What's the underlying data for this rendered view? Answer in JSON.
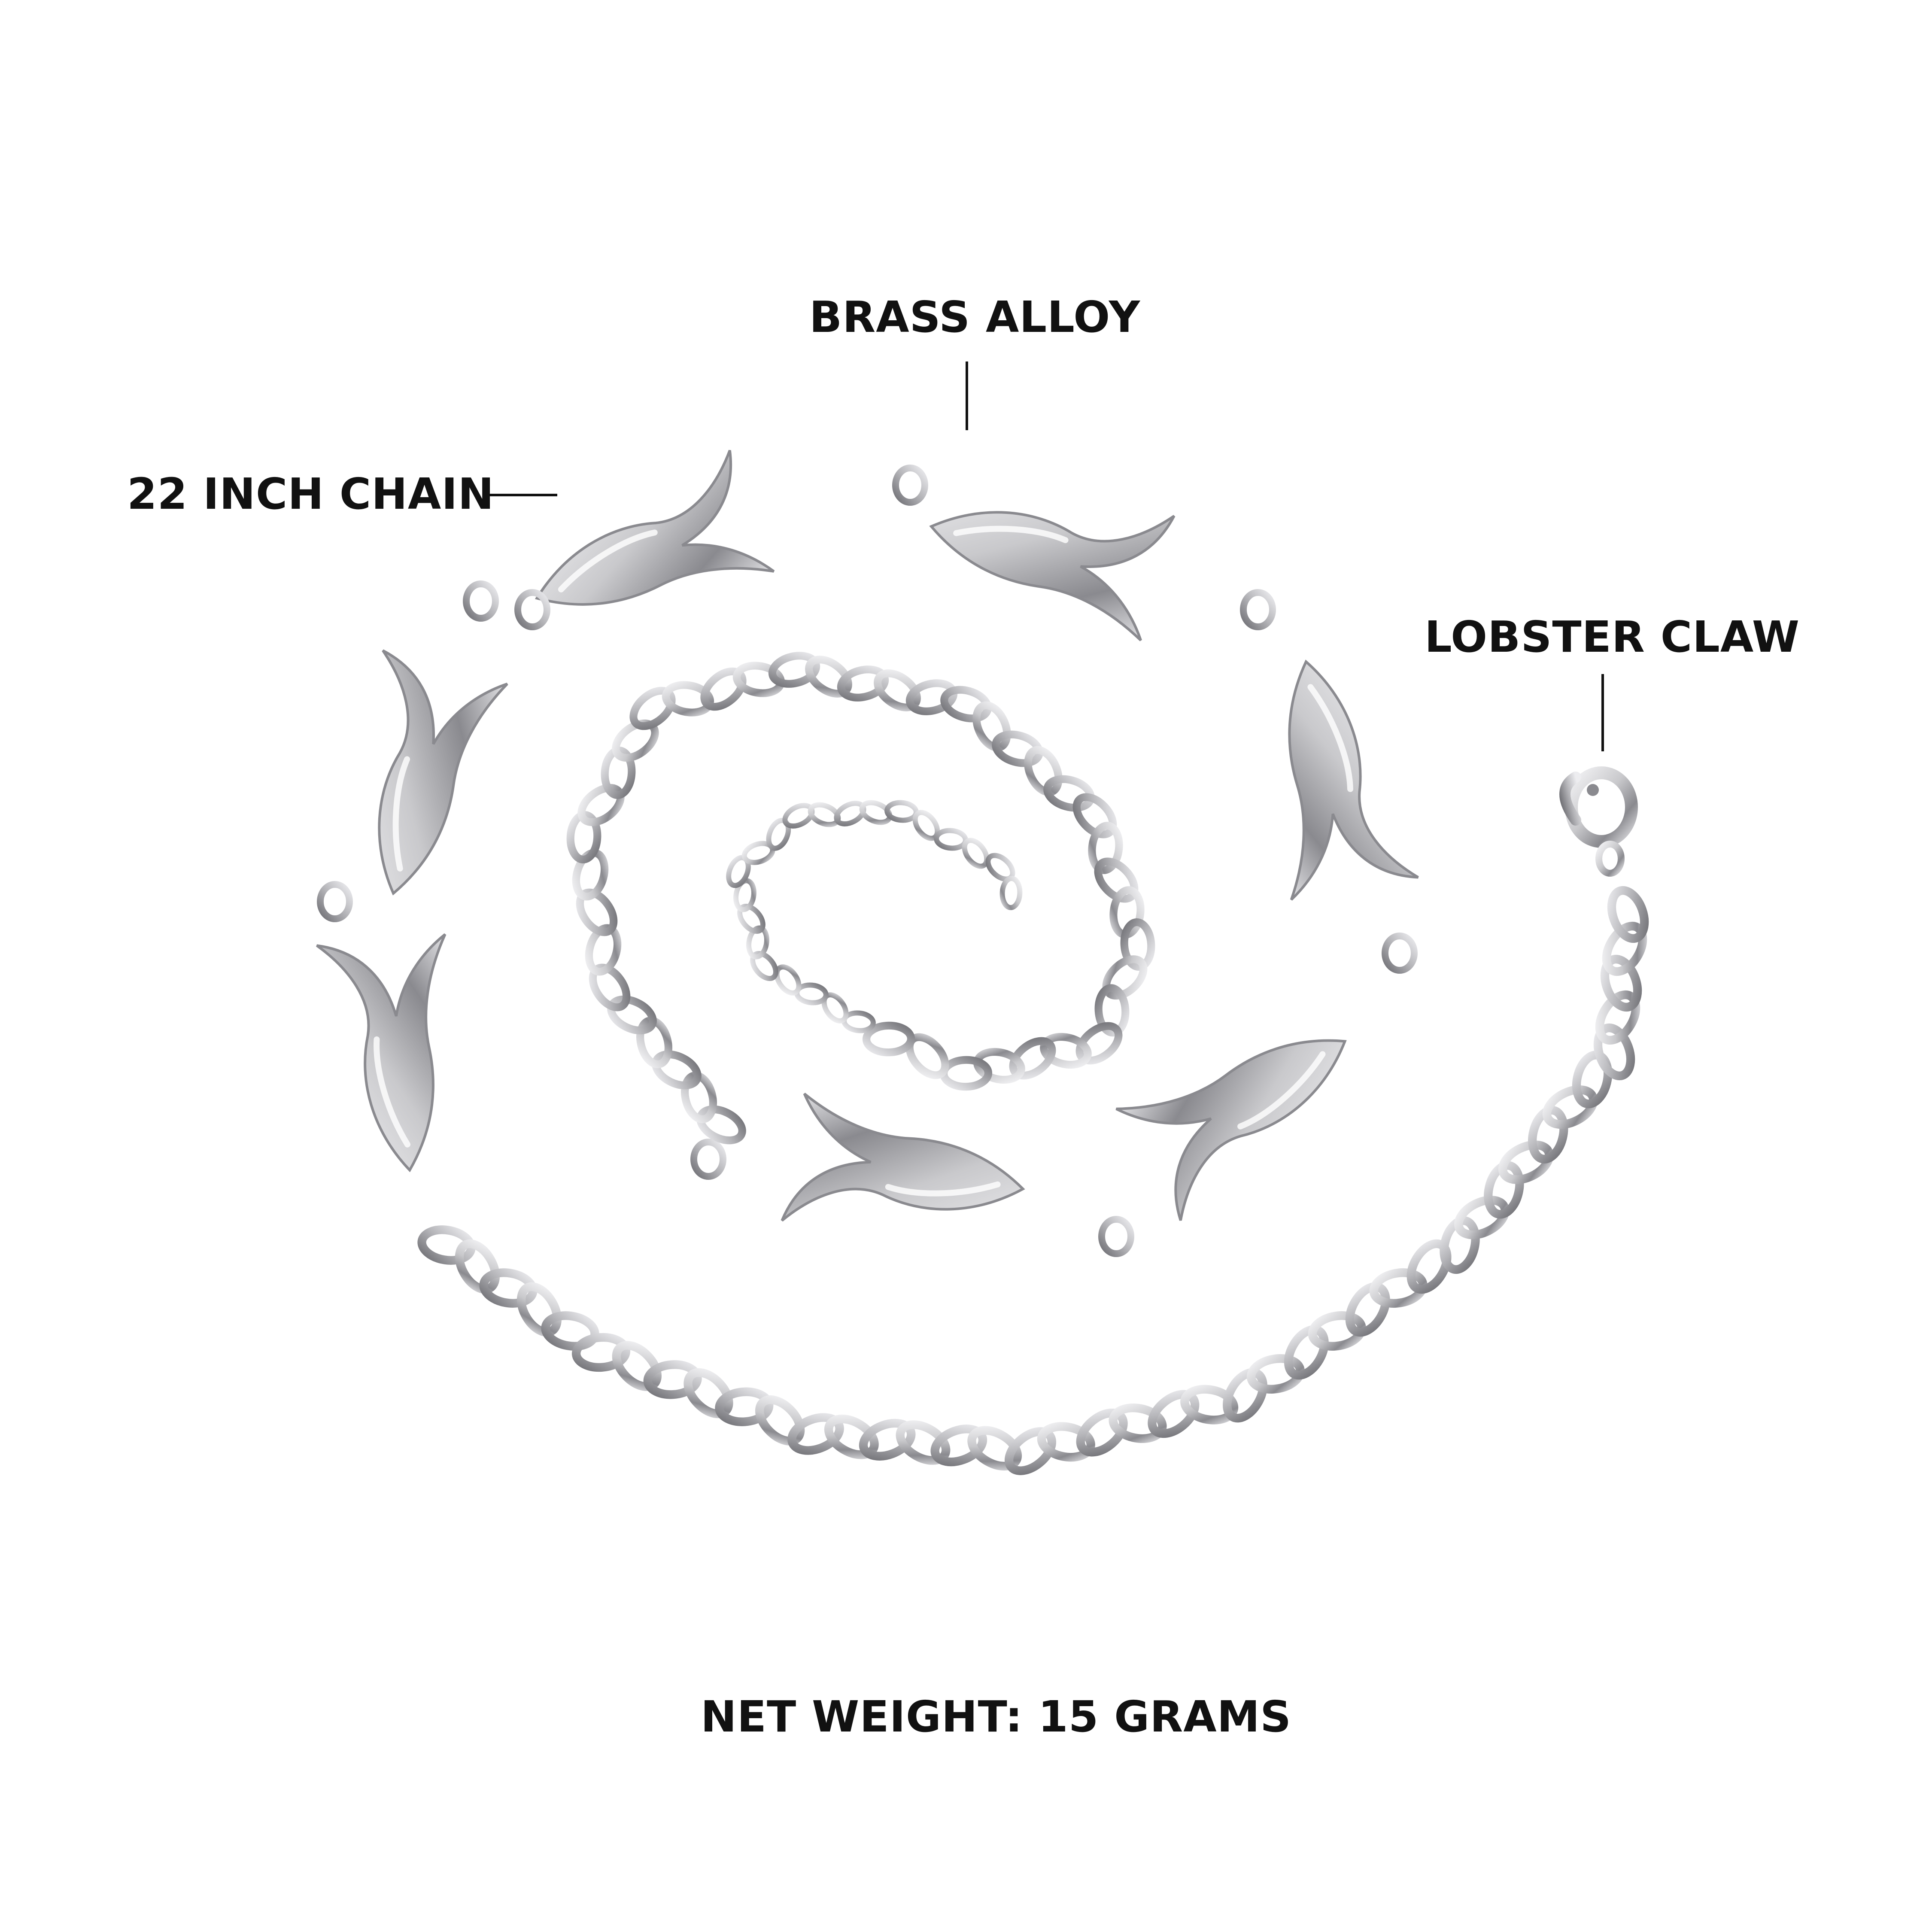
{
  "callouts": {
    "material": "BRASS ALLOY",
    "length": "22 INCH CHAIN",
    "clasp": "LOBSTER CLAW",
    "weight": "NET WEIGHT: 15 GRAMS"
  },
  "product_photo": {
    "subject": "silver tribal-link necklace with curb chain and lobster claw clasp",
    "metal_color": "#c9c9cc",
    "highlight_color": "#f4f4f6",
    "shadow_color": "#7d7d82"
  }
}
